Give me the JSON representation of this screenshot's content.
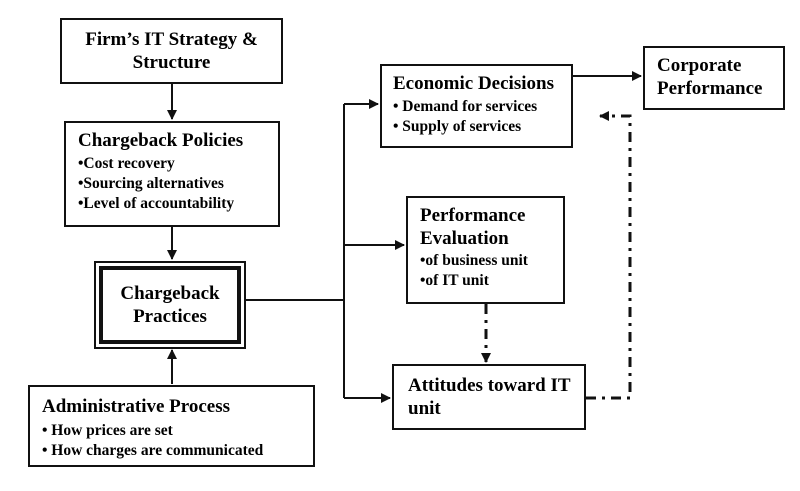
{
  "boxes": {
    "it_strategy": {
      "title": "Firm’s IT Strategy & Structure"
    },
    "chargeback_policies": {
      "title": "Chargeback Policies",
      "items": [
        "•Cost recovery",
        "•Sourcing alternatives",
        "•Level of accountability"
      ]
    },
    "chargeback_practices": {
      "title": "Chargeback Practices"
    },
    "administrative_process": {
      "title": "Administrative Process",
      "items": [
        "• How prices are set",
        "• How charges are communicated"
      ]
    },
    "economic_decisions": {
      "title": "Economic Decisions",
      "items": [
        "• Demand for services",
        "• Supply of services"
      ]
    },
    "corporate_performance": {
      "title": "Corporate Performance"
    },
    "performance_evaluation": {
      "title": "Performance Evaluation",
      "items": [
        "•of business unit",
        "•of IT unit"
      ]
    },
    "attitudes": {
      "title": "Attitudes toward IT unit"
    }
  }
}
